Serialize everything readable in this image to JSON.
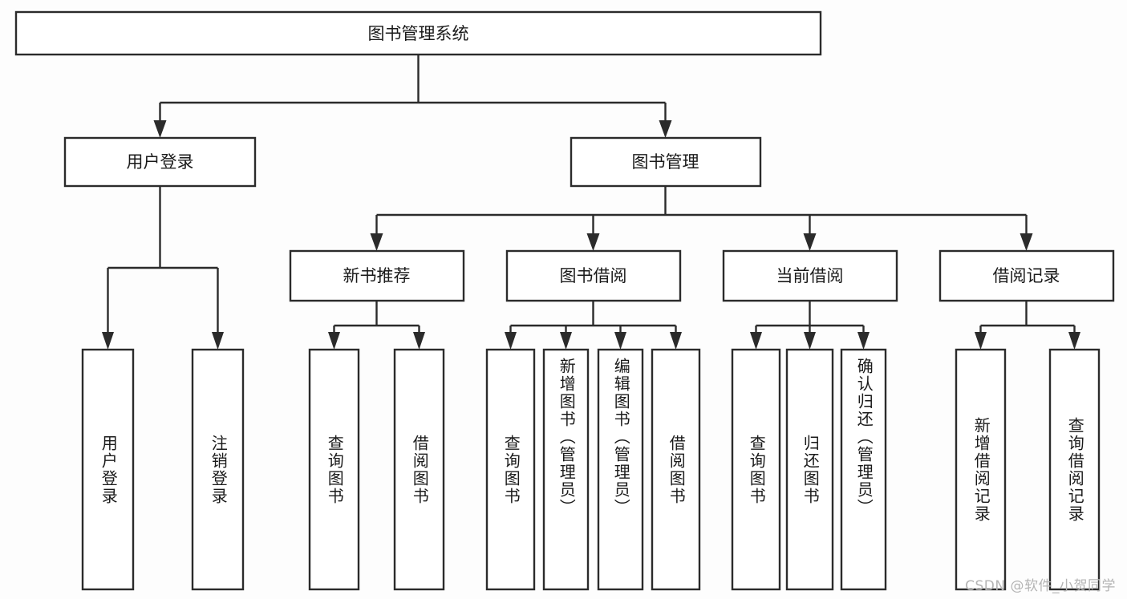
{
  "diagram": {
    "type": "tree",
    "title": "图书管理系统",
    "orientation": "top-down",
    "colors": {
      "background": "#fdfdfd",
      "box_fill": "#ffffff",
      "box_stroke": "#2b2b2b",
      "text": "#1a1a1a",
      "watermark": "#b4b4b4"
    },
    "root": {
      "label": "图书管理系统"
    },
    "level2": [
      {
        "label": "用户登录"
      },
      {
        "label": "图书管理"
      }
    ],
    "level3": [
      {
        "label": "新书推荐"
      },
      {
        "label": "图书借阅"
      },
      {
        "label": "当前借阅"
      },
      {
        "label": "借阅记录"
      }
    ],
    "leaves": {
      "user_login": [
        {
          "label": "用户登录"
        },
        {
          "label": "注销登录"
        }
      ],
      "new_book_recommend": [
        {
          "label": "查询图书"
        },
        {
          "label": "借阅图书"
        }
      ],
      "book_borrow": [
        {
          "label": "查询图书"
        },
        {
          "label": "新增图书（管理员）"
        },
        {
          "label": "编辑图书（管理员）"
        },
        {
          "label": "借阅图书"
        }
      ],
      "current_borrow": [
        {
          "label": "查询图书"
        },
        {
          "label": "归还图书"
        },
        {
          "label": "确认归还（管理员）"
        }
      ],
      "borrow_records": [
        {
          "label": "新增借阅记录"
        },
        {
          "label": "查询借阅记录"
        }
      ]
    }
  },
  "watermark": {
    "text": "CSDN @软件_小贺同学"
  }
}
